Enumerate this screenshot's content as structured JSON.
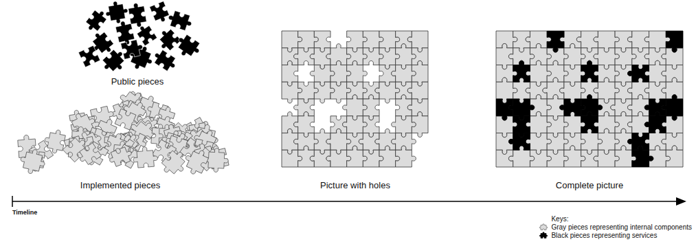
{
  "diagram": {
    "labels": [
      "Public pieces",
      "Implemented pieces",
      "Picture with holes",
      "Complete picture",
      "Timeline",
      "Keys:"
    ],
    "legend": [
      {
        "text": "Gray pieces representing internal components",
        "color": "#dcdcdc"
      },
      {
        "text": "Black pieces representing services",
        "color": "#000000"
      }
    ]
  }
}
